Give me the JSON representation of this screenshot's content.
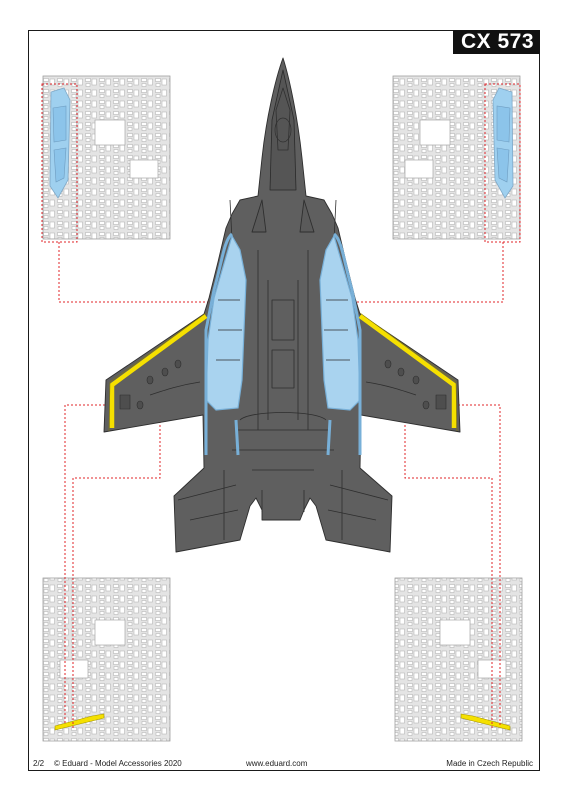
{
  "product_code": "CX 573",
  "footer": {
    "page_number": "2/2",
    "copyright": "© Eduard - Model Accessories 2020",
    "website": "www.eduard.com",
    "origin": "Made in Czech Republic"
  },
  "mask_sheets": [
    {
      "position": "top-left"
    },
    {
      "position": "top-right"
    },
    {
      "position": "bottom-left"
    },
    {
      "position": "bottom-right"
    }
  ],
  "colors": {
    "aircraft": "#5f5f5f",
    "panel_lines": "#2e2e2e",
    "canopy_mask": "#a9d3ef",
    "gear_door_mask": "#f5e000",
    "leader_lines": "#e0242a",
    "mask_sheet": "#e2e2e2"
  }
}
